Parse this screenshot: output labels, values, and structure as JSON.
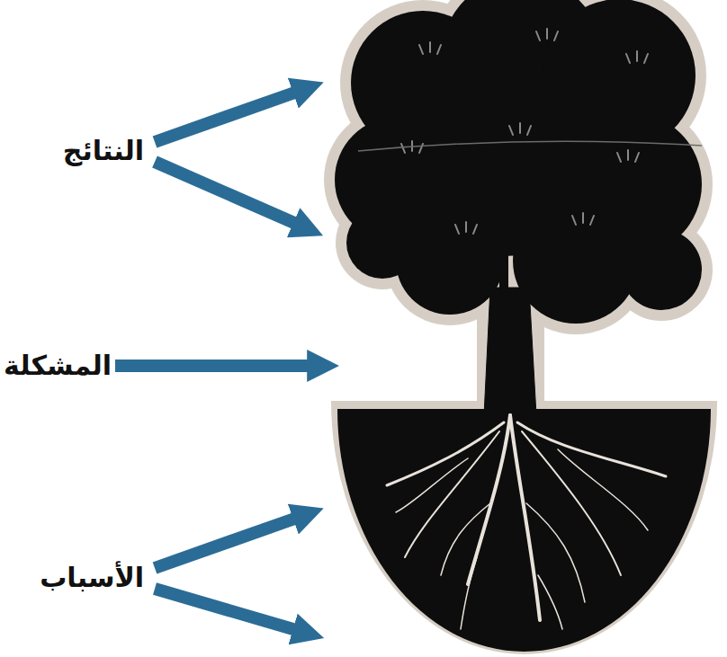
{
  "diagram": {
    "labels": [
      "النتائج",
      "المشكلة",
      "الأسباب"
    ]
  }
}
